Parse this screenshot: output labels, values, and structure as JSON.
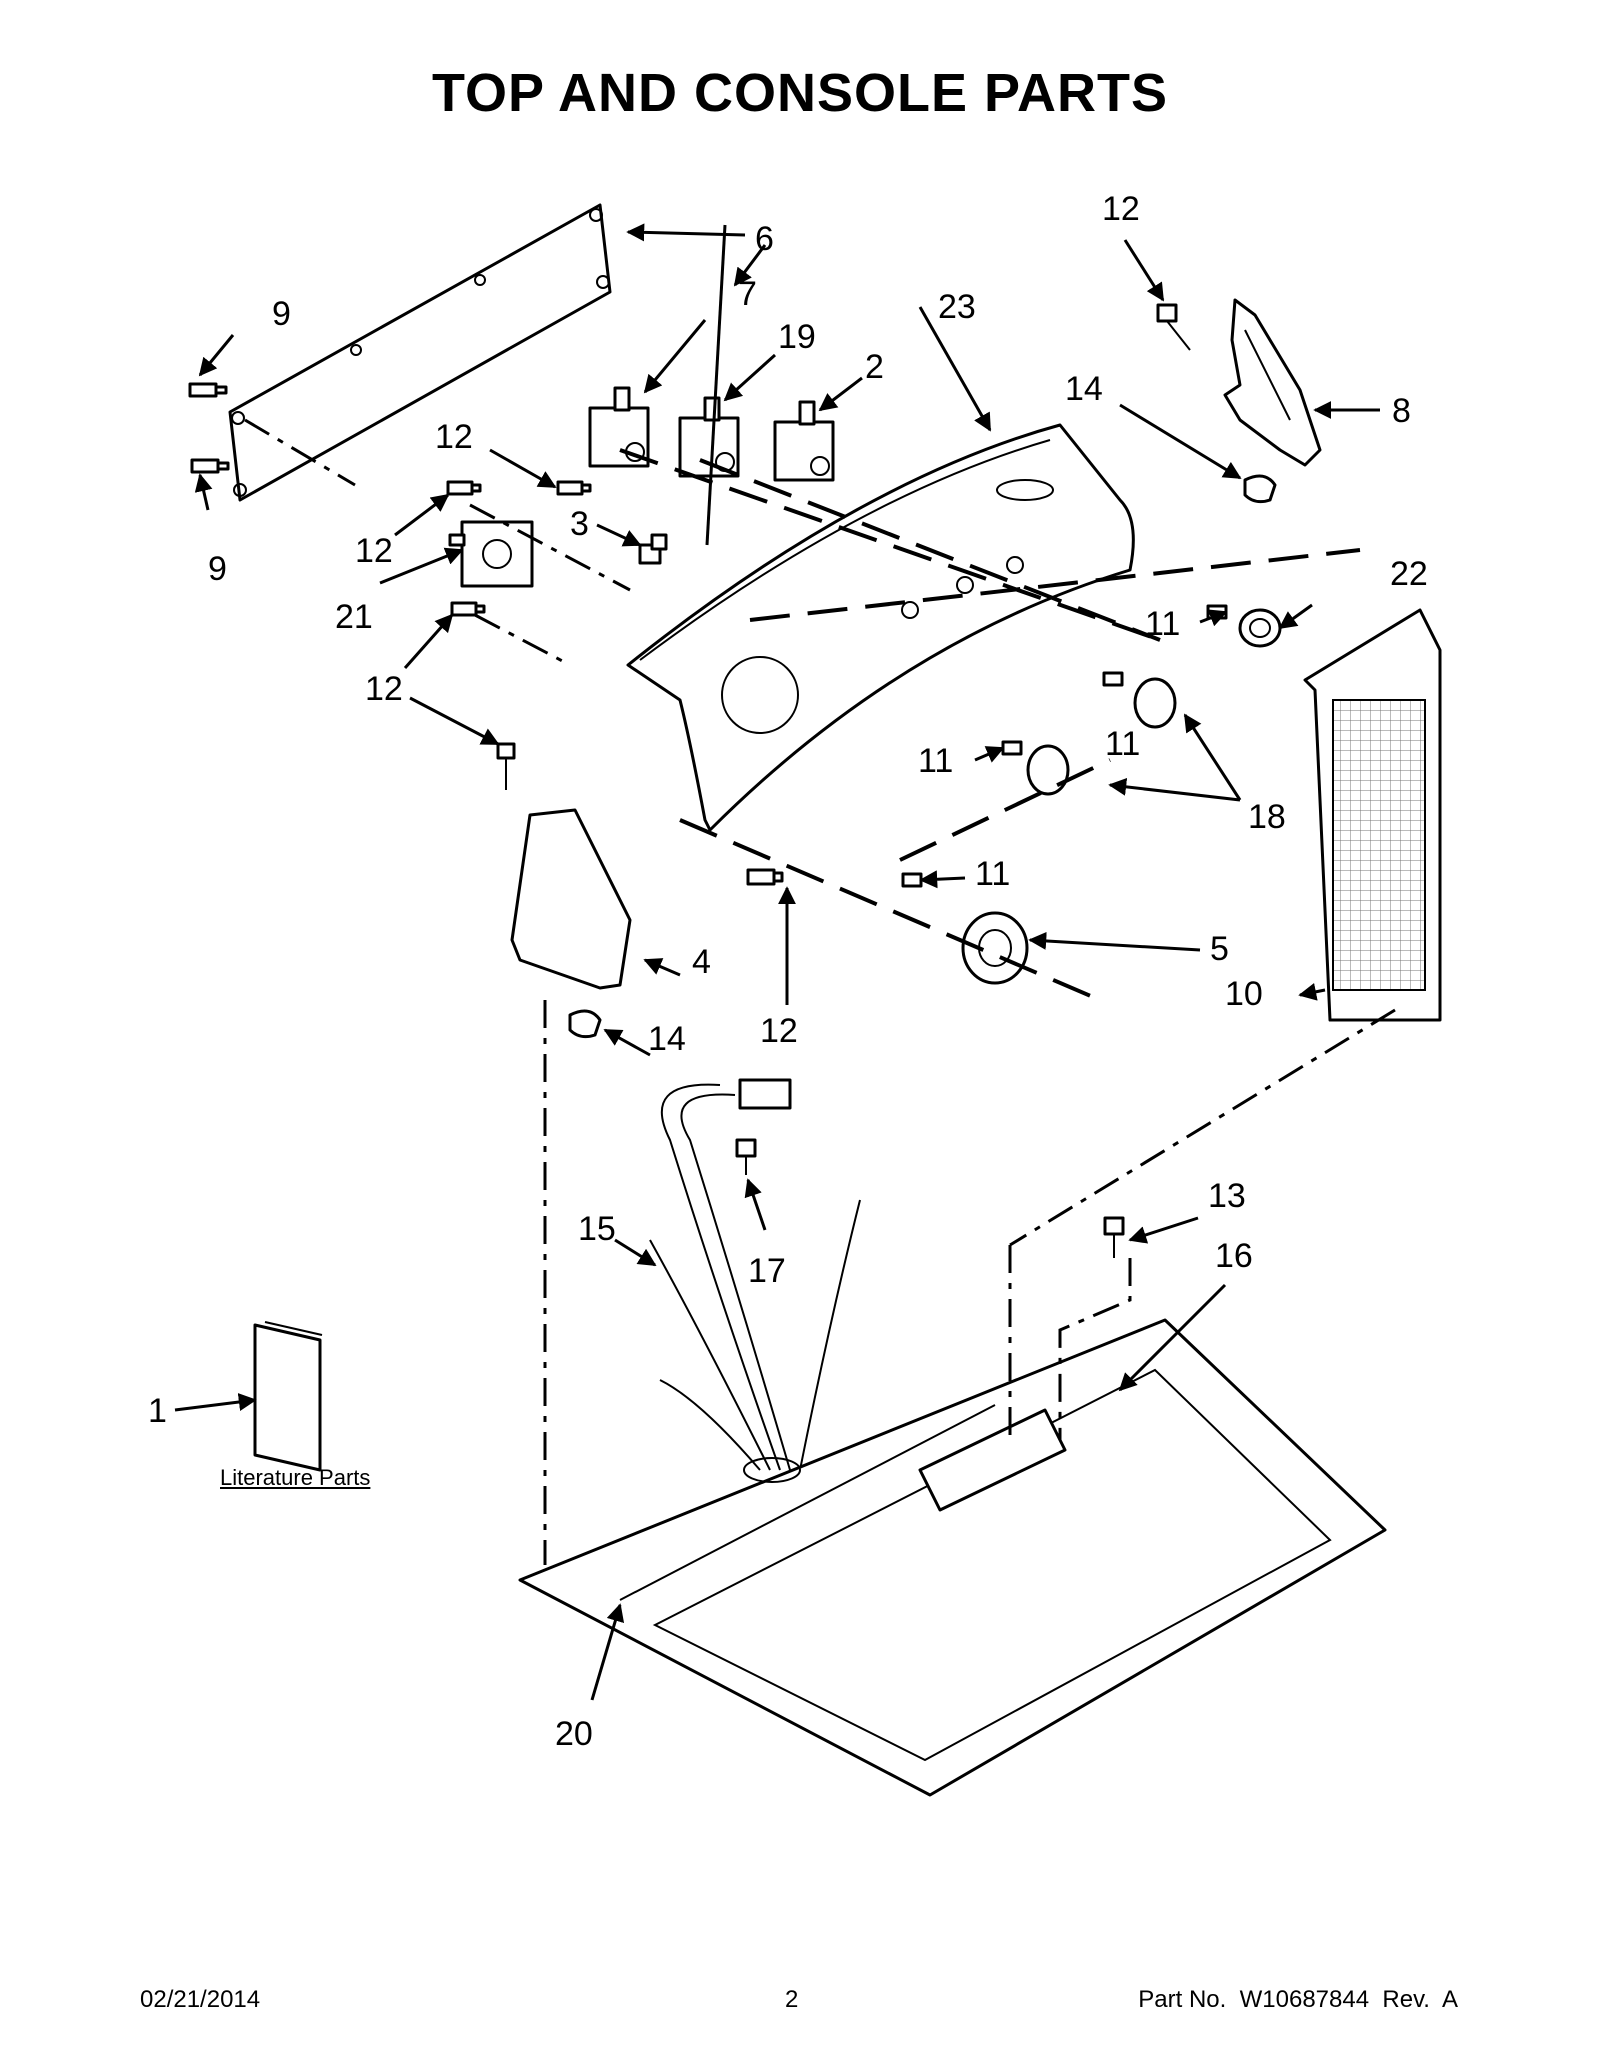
{
  "title": "TOP AND CONSOLE PARTS",
  "callouts": {
    "c1": "1",
    "c2": "2",
    "c3": "3",
    "c4": "4",
    "c5": "5",
    "c6": "6",
    "c7": "7",
    "c8": "8",
    "c9": "9",
    "c10": "10",
    "c11": "11",
    "c12": "12",
    "c13": "13",
    "c14": "14",
    "c15": "15",
    "c16": "16",
    "c17": "17",
    "c18": "18",
    "c19": "19",
    "c20": "20",
    "c21": "21",
    "c22": "22",
    "c23": "23"
  },
  "literature_label": "Literature Parts",
  "footer": {
    "date": "02/21/2014",
    "page": "2",
    "part_no": "Part No.  W10687844  Rev.  A"
  }
}
